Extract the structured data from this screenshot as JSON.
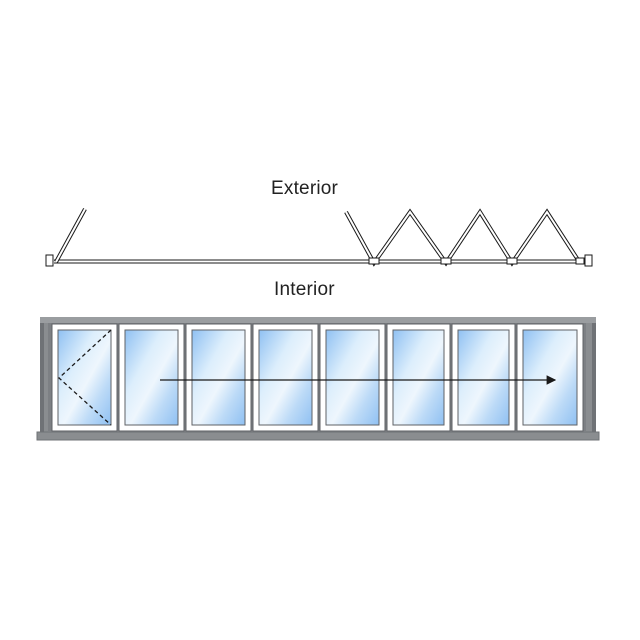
{
  "labels": {
    "exterior": "Exterior",
    "interior": "Interior"
  },
  "diagram": {
    "panel_count": 8,
    "swing_panel": 1,
    "fold_direction": "right",
    "colors": {
      "frame": "#8a8d90",
      "frame_dark": "#5f6266",
      "sash": "#ffffff",
      "glass_light": "#dceefc",
      "glass_mid": "#8fc0f2",
      "line": "#1a1a1a"
    }
  }
}
